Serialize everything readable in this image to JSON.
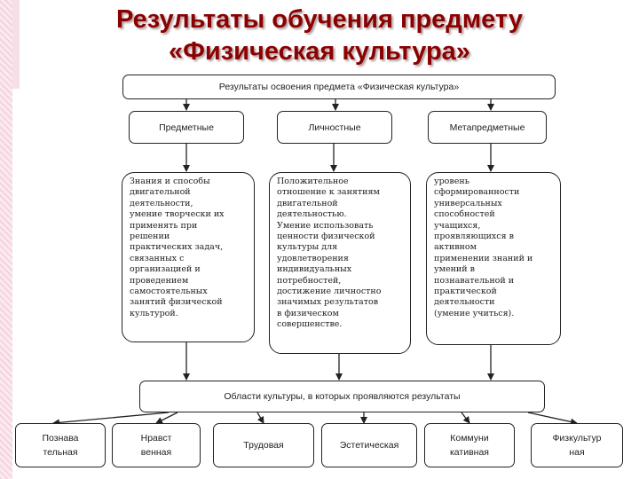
{
  "title_lines": [
    "Результаты обучения предмету",
    "«Физическая культура»"
  ],
  "top_box": "Результаты освоения предмета «Физическая культура»",
  "categories": [
    "Предметные",
    "Личностные",
    "Метапредметные"
  ],
  "descriptions": [
    [
      "Знания и способы",
      "двигательной",
      "деятельности,",
      "умение творчески их",
      "применять при",
      "решении",
      "практических задач,",
      "связанных с",
      "организацией и",
      "проведением",
      "самостоятельных",
      "занятий физической",
      "культурой."
    ],
    [
      "Положительное",
      "отношение к занятиям",
      "двигательной",
      "деятельностью.",
      "Умение использовать",
      "ценности физической",
      "культуры для",
      "удовлетворения",
      "индивидуальных",
      "потребностей,",
      "достижение личностно",
      "значимых результатов",
      "в физическом",
      "совершенстве."
    ],
    [
      "уровень",
      "сформированности",
      "универсальных",
      "способностей",
      "учащихся,",
      "проявляющихся в",
      "активном",
      "применении знаний и",
      "умений в",
      "познавательной и",
      "практической",
      "деятельности",
      "(умение учиться)."
    ]
  ],
  "areas_box": "Области культуры, в которых проявляются результаты",
  "areas": [
    [
      "Познава",
      "тельная"
    ],
    [
      "Нравст",
      "венная"
    ],
    [
      "Трудовая"
    ],
    [
      "Эстетическая"
    ],
    [
      "Коммуни",
      "кативная"
    ],
    [
      "Физкультур",
      "ная"
    ]
  ]
}
